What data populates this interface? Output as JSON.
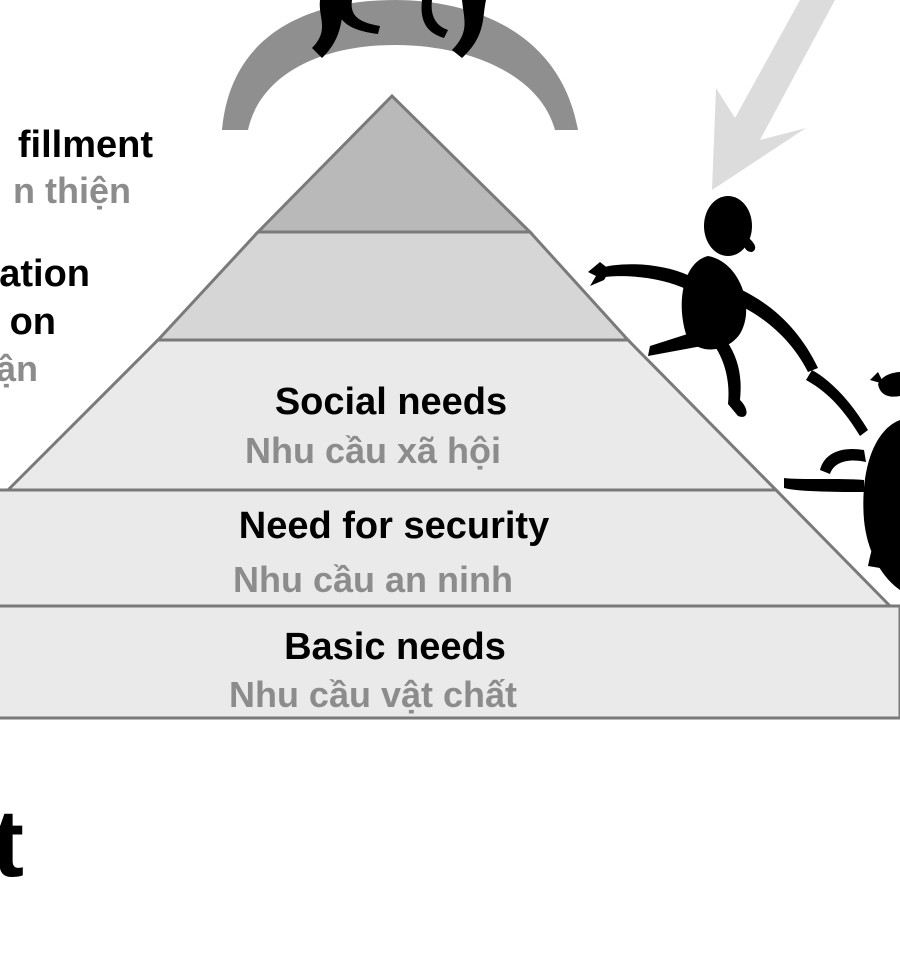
{
  "pyramid": {
    "levels": [
      {
        "id": "self-fulfillment",
        "en": "fillment",
        "vi": "n thiện"
      },
      {
        "id": "recognition",
        "en_line1": "ation",
        "en_line2": "on",
        "vi": "ận"
      },
      {
        "id": "social",
        "en": "Social needs",
        "vi": "Nhu cầu xã hội"
      },
      {
        "id": "security",
        "en": "Need for security",
        "vi": "Nhu cầu an ninh"
      },
      {
        "id": "basic",
        "en": "Basic needs",
        "vi": "Nhu cầu vật chất"
      }
    ]
  },
  "fragment_text": "t",
  "colors": {
    "tier_top": "#b9b9b9",
    "tier_second": "#d6d6d6",
    "tier_light": "#eaeaea",
    "outline": "#7a7a7a",
    "figure_grey": "#8f8f8f",
    "arrow": "#dcdcdc",
    "figure_black": "#000000"
  }
}
